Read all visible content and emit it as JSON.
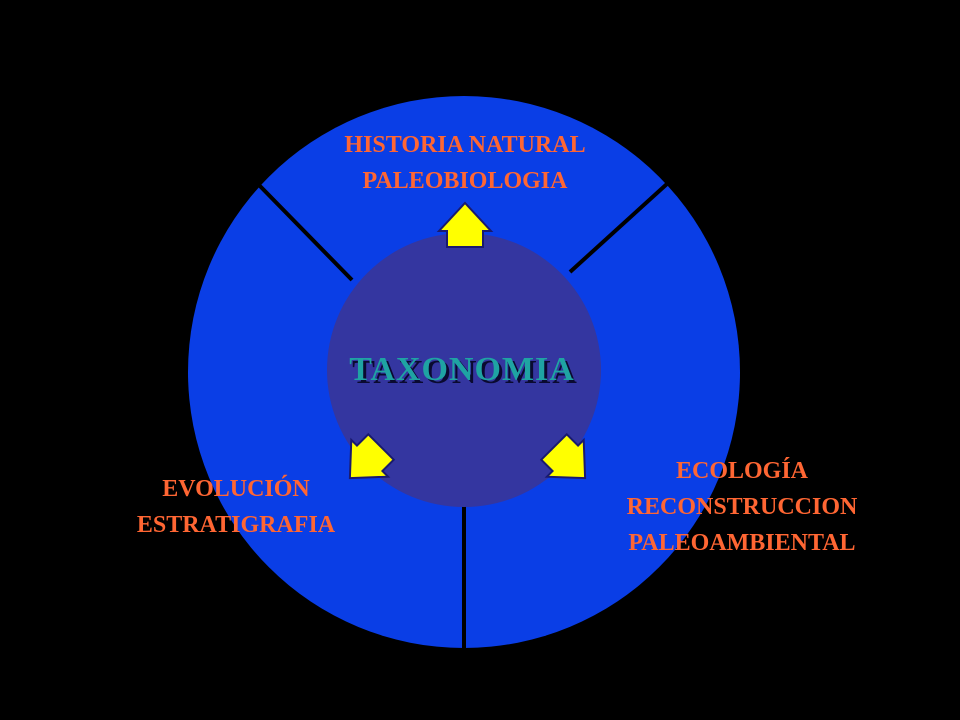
{
  "colors": {
    "background": "#000000",
    "outer_circle": "#0a3ee6",
    "inner_circle": "#3436a0",
    "divider": "#000000",
    "arrow_fill": "#ffff00",
    "arrow_stroke": "#1a1a6e",
    "label_text": "#ff6633",
    "center_text": "#1fa3a3",
    "center_shadow": "#0a0a30"
  },
  "center": {
    "label": "TAXONOMIA"
  },
  "sections": [
    {
      "id": "top",
      "lines": [
        "HISTORIA NATURAL",
        "PALEOBIOLOGIA"
      ]
    },
    {
      "id": "bottom-right",
      "lines": [
        "ECOLOGÍA",
        "RECONSTRUCCION",
        "PALEOAMBIENTAL"
      ]
    },
    {
      "id": "bottom-left",
      "lines": [
        "EVOLUCIÓN",
        "ESTRATIGRAFIA"
      ]
    }
  ]
}
